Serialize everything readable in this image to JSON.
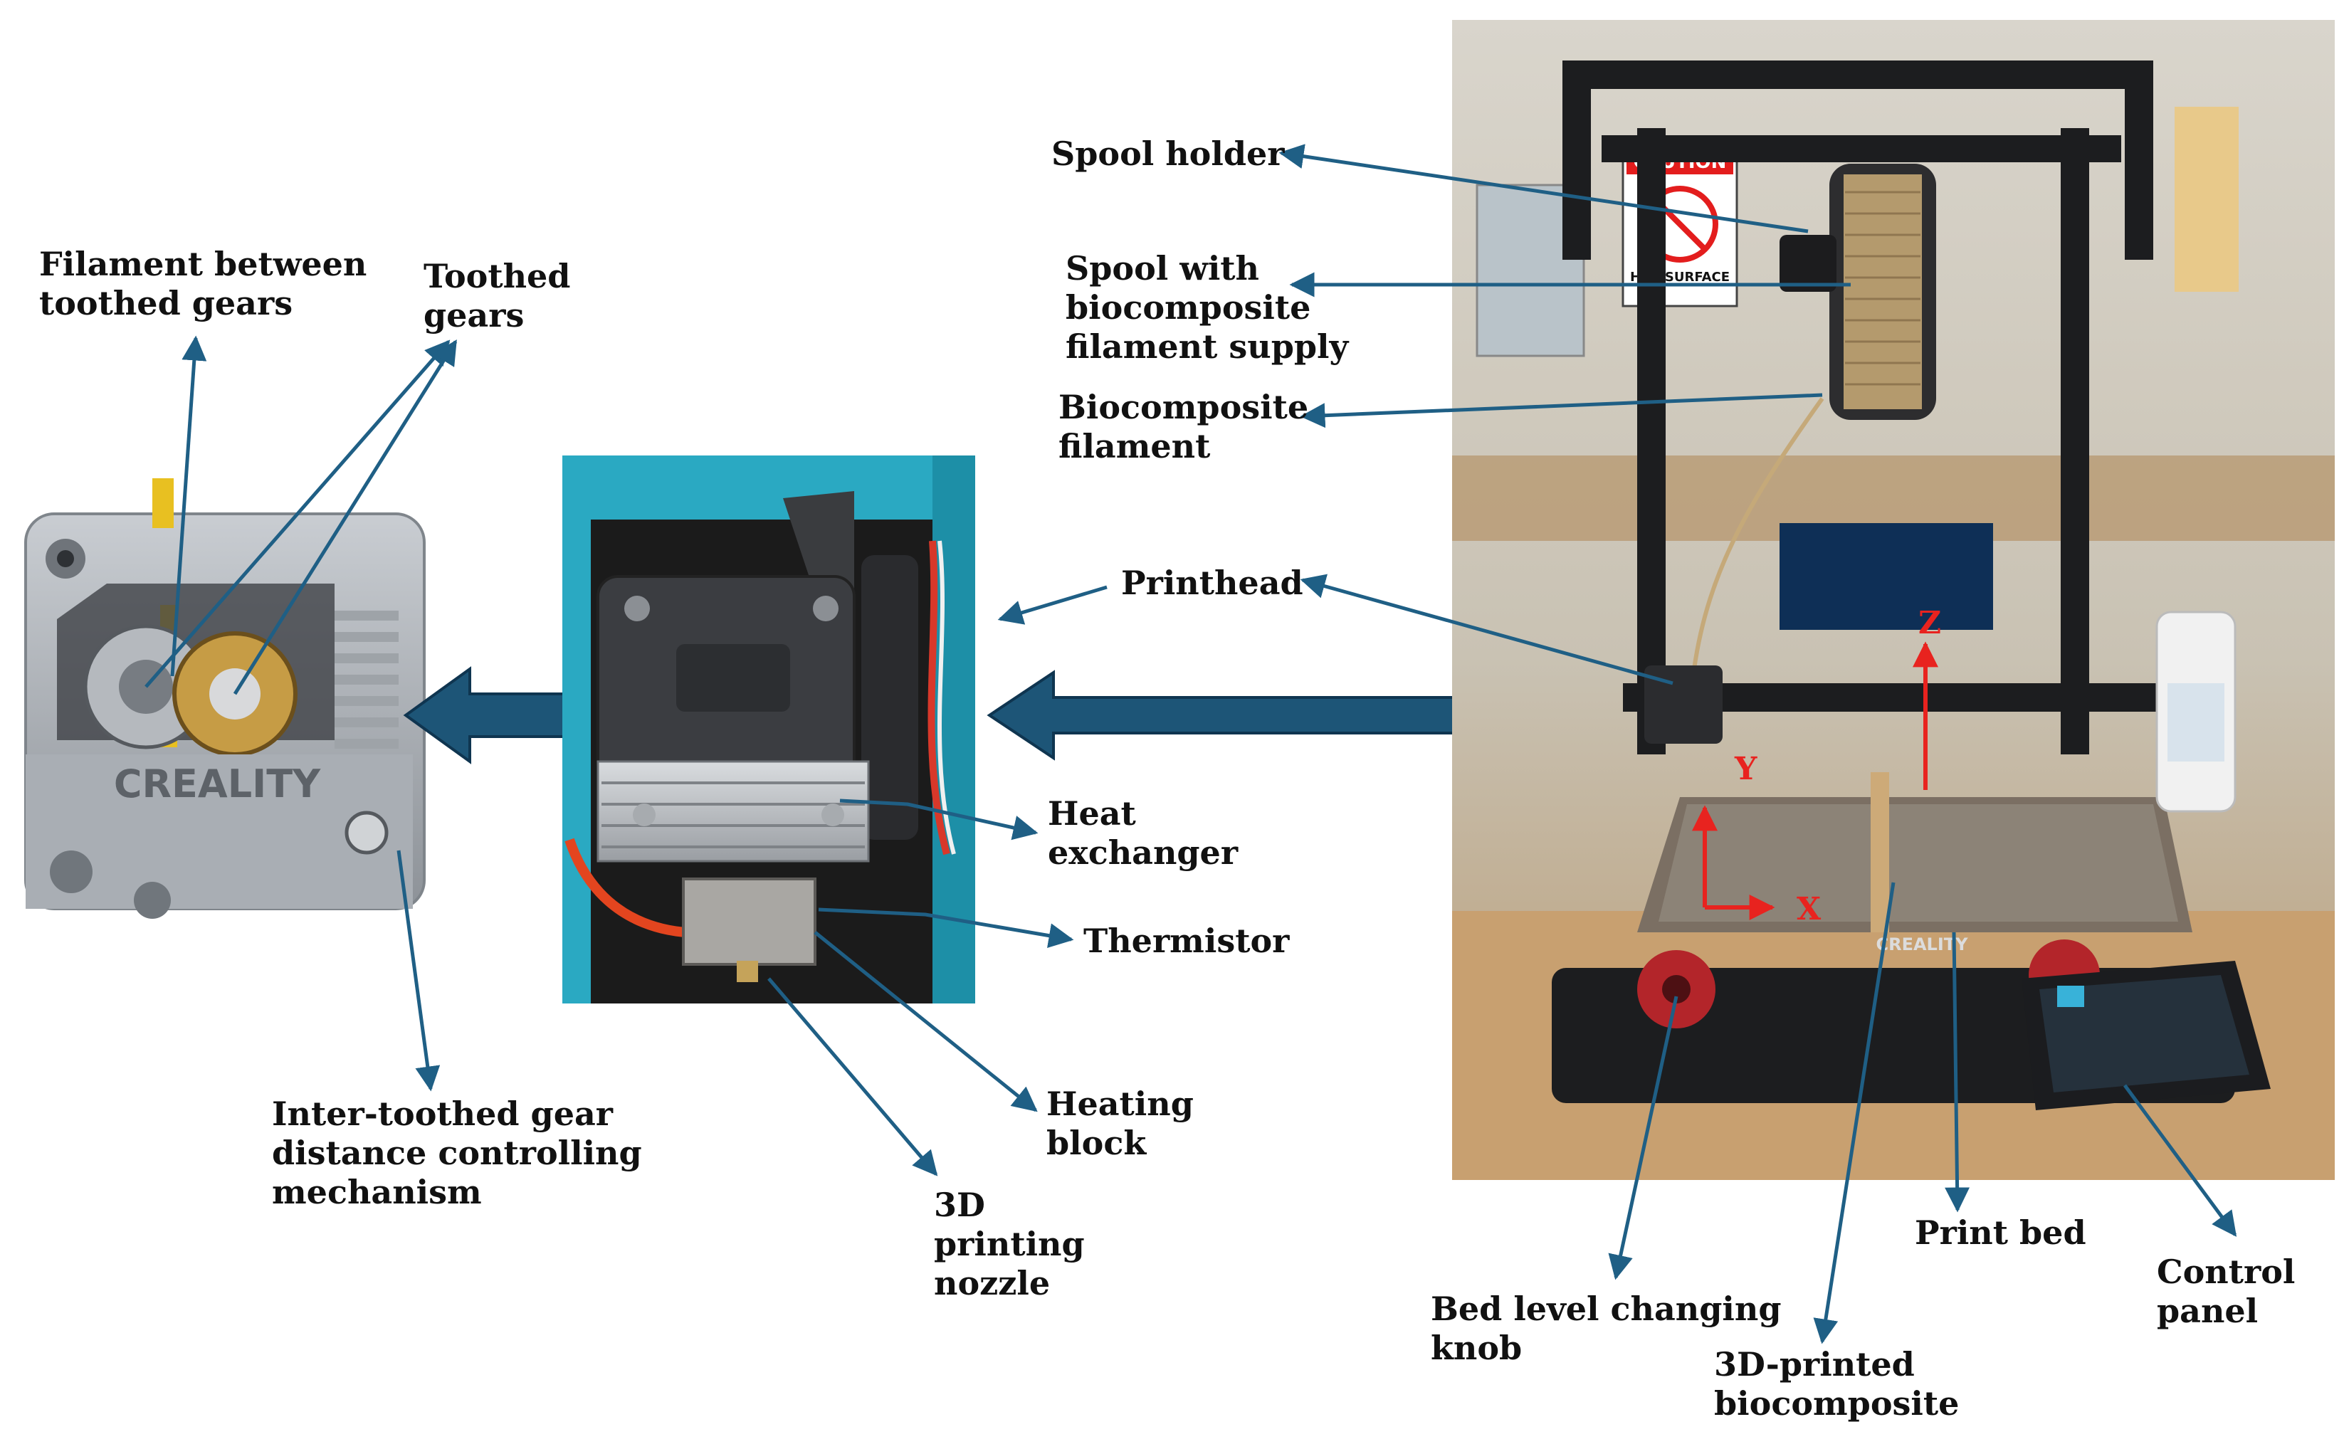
{
  "labels": {
    "filament_between_gears": "Filament between\ntoothed gears",
    "toothed_gears": "Toothed\ngears",
    "inter_gear_mechanism": "Inter-toothed gear\ndistance controlling\nmechanism",
    "heat_exchanger": "Heat\nexchanger",
    "thermistor": "Thermistor",
    "heating_block": "Heating\nblock",
    "nozzle": "3D\nprinting\nnozzle",
    "spool_holder": "Spool holder",
    "spool_with_filament": "Spool with\nbiocomposite\nfilament supply",
    "biocomposite_filament": "Biocomposite\nfilament",
    "printhead": "Printhead",
    "print_bed": "Print bed",
    "control_panel": "Control\npanel",
    "bed_knob": "Bed level changing\nknob",
    "printed_biocomposite": "3D-printed\nbiocomposite"
  },
  "extruder_brand": "CREALITY",
  "bed_brand": "CREALITY",
  "caution_sign": {
    "header": "CAUTION",
    "footer": "HOT SURFACE"
  },
  "axes": {
    "x": "X",
    "y": "Y",
    "z": "Z"
  },
  "colors": {
    "leader": "#1f5f85",
    "big_arrow": "#1d5577",
    "axis": "#e8231f"
  }
}
